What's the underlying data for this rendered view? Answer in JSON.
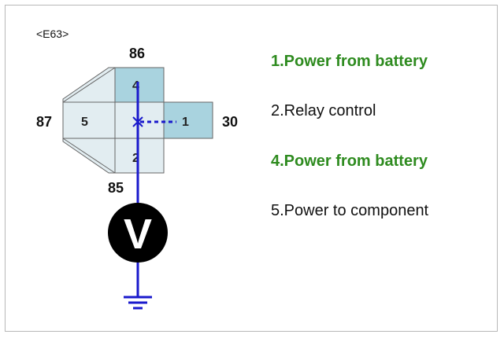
{
  "connector": {
    "id": "<E63>",
    "terminals": {
      "t86": "86",
      "t87": "87",
      "t30": "30",
      "t85": "85"
    },
    "cells": {
      "c4": "4",
      "c5": "5",
      "c1": "1",
      "c2": "2"
    }
  },
  "meter": {
    "symbol": "V"
  },
  "legend": [
    {
      "text": "1.Power from battery",
      "color": "#2e8b1f"
    },
    {
      "text": "2.Relay control",
      "color": "#111111"
    },
    {
      "text": "4.Power from battery",
      "color": "#2e8b1f"
    },
    {
      "text": "5.Power to component",
      "color": "#111111"
    }
  ],
  "colors": {
    "wire": "#1a1acc",
    "cell_fill": "#a9d3df",
    "cell_fill_light": "#e2edf1",
    "cell_border": "#666666",
    "highlight": "#2e8b1f"
  }
}
